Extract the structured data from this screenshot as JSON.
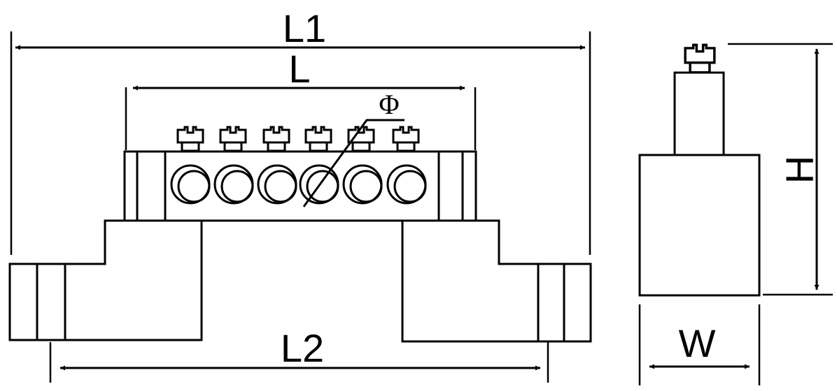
{
  "labels": {
    "L1": "L1",
    "L": "L",
    "L2": "L2",
    "phi": "Φ",
    "H": "H",
    "W": "W"
  }
}
